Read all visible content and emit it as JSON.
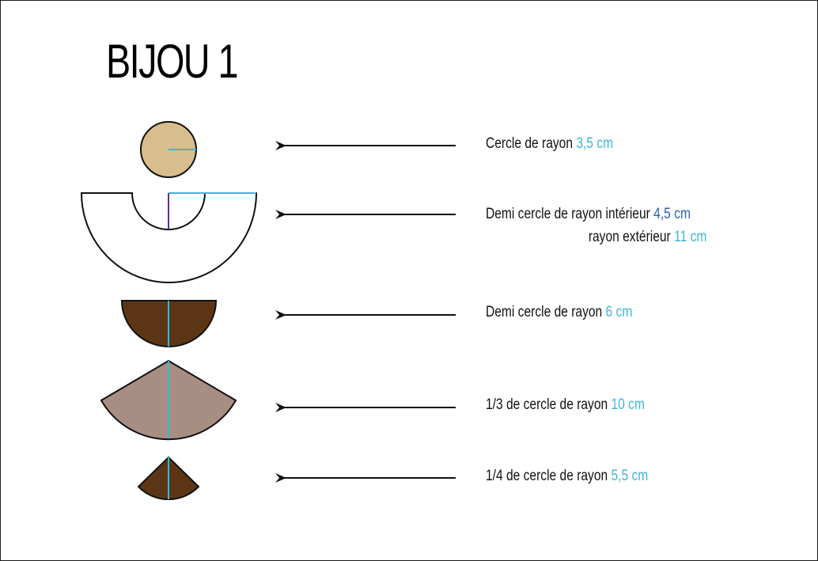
{
  "title": "BIJOU 1",
  "colors": {
    "light_blue": "#3fb5d8",
    "dark_blue": "#2d5fa8",
    "purple": "#5b2fa0",
    "tan": "#d8be8c",
    "dark_brown": "#5c3614",
    "taupe": "#a88e82"
  },
  "labels": [
    {
      "text": "Cercle de rayon",
      "value": "3,5 cm"
    },
    {
      "text": "Demi cercle de rayon intérieur",
      "value": "4,5 cm",
      "line2_text": "rayon extérieur",
      "line2_value": "11 cm"
    },
    {
      "text": "Demi cercle de rayon",
      "value": "6 cm"
    },
    {
      "text": "1/3 de cercle de rayon",
      "value": "10 cm"
    },
    {
      "text": "1/4 de cercle de rayon",
      "value": "5,5 cm"
    }
  ]
}
